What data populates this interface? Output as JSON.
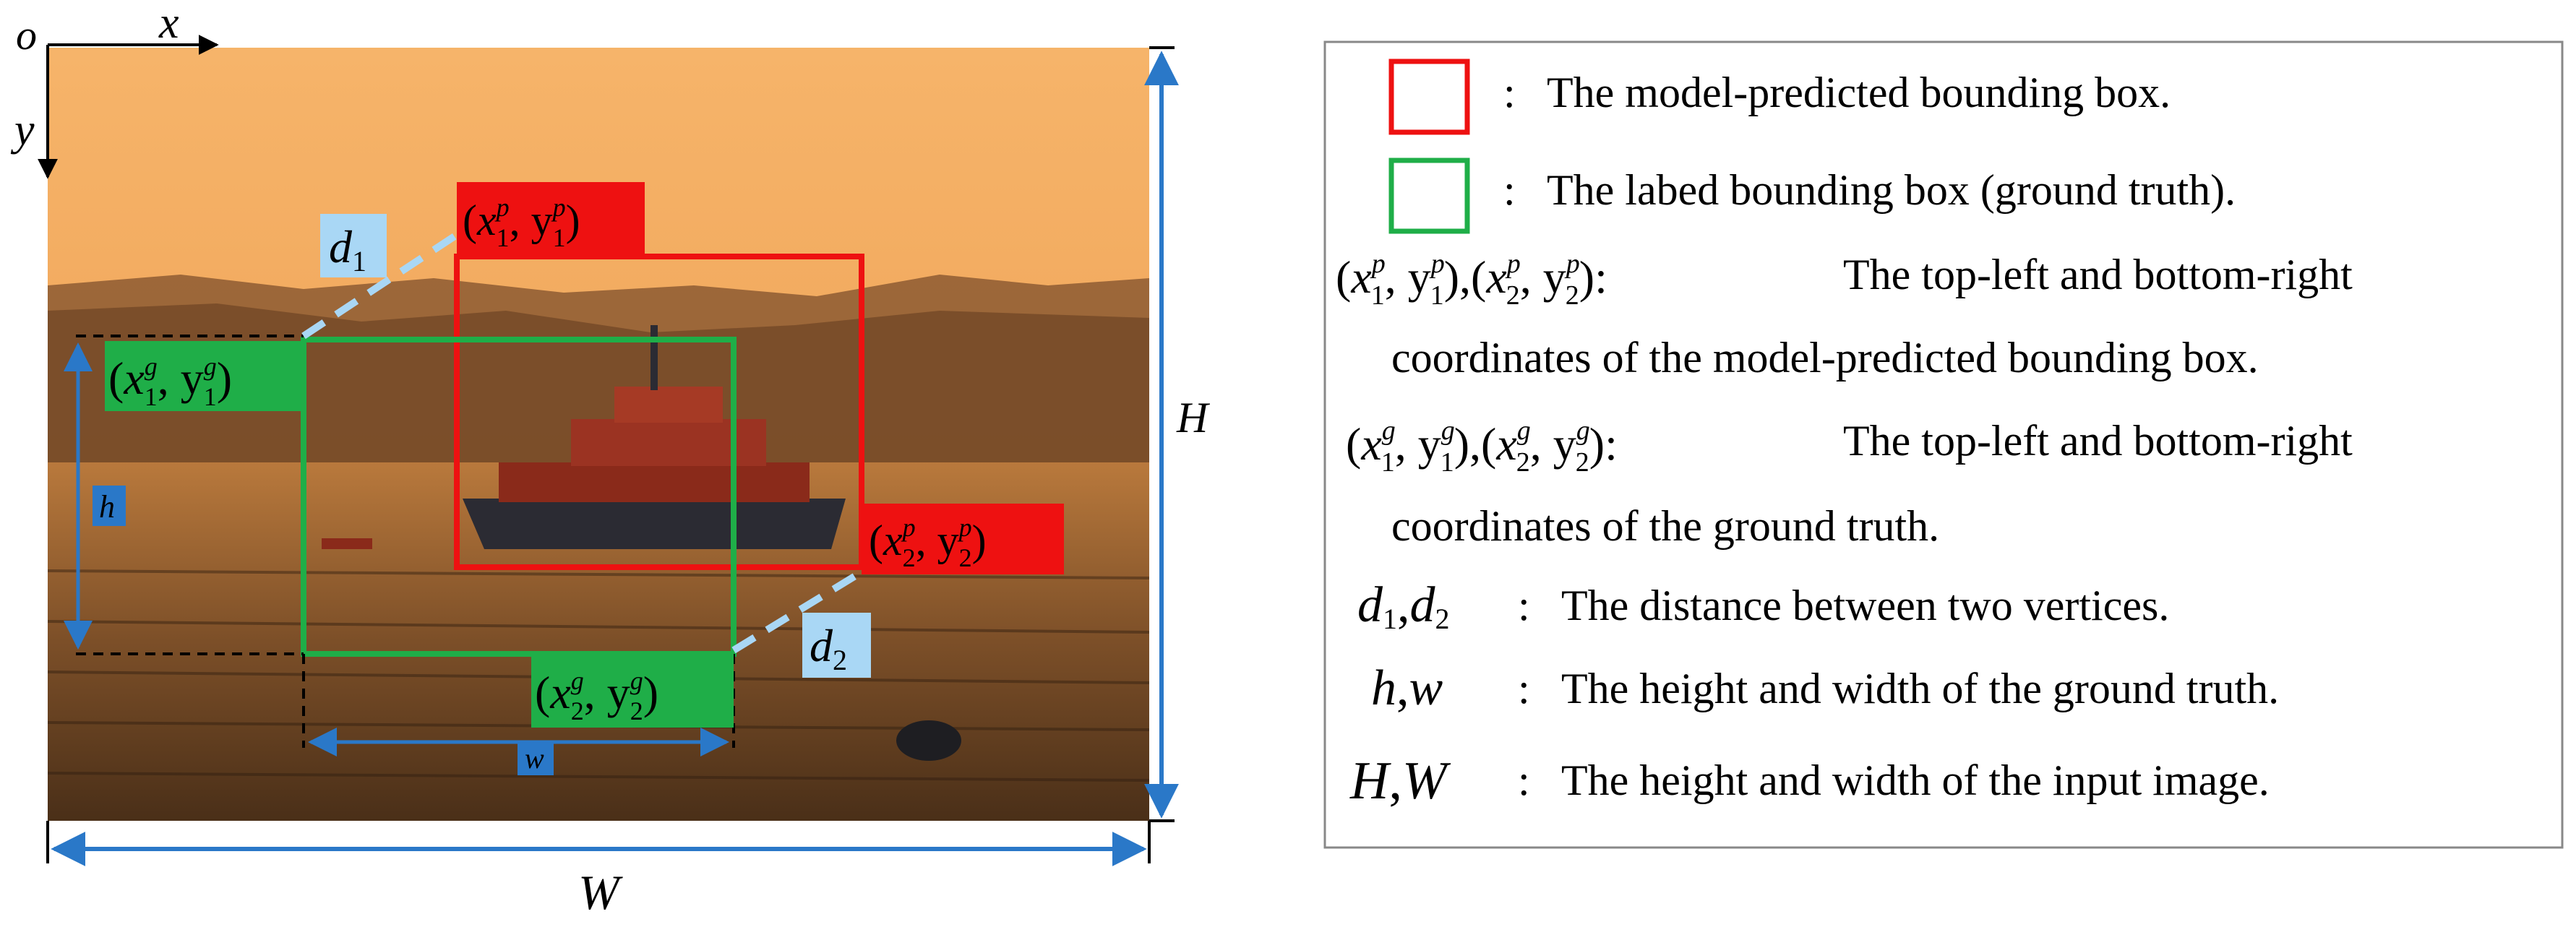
{
  "axes": {
    "origin": "o",
    "x": "x",
    "y": "y"
  },
  "labels": {
    "H": "H",
    "W": "W",
    "h": "h",
    "w": "w",
    "d1_base": "d",
    "d1_sub": "1",
    "d2_base": "d",
    "d2_sub": "2"
  },
  "colors": {
    "predicted": "#ee1111",
    "ground_truth": "#1fae48",
    "dimension": "#2a78c8",
    "distance": "#a9d7f5",
    "legend_border": "#888888"
  },
  "legend": {
    "rows": [
      {
        "kind": "swatch",
        "color": "#ee1111",
        "text": "The model-predicted bounding box."
      },
      {
        "kind": "swatch",
        "color": "#1fae48",
        "text": "The labed bounding box (ground truth)."
      },
      {
        "kind": "coords_p",
        "text": "The top-left and bottom-right",
        "text2": "coordinates of the model-predicted bounding box."
      },
      {
        "kind": "coords_g",
        "text": "The top-left and bottom-right",
        "text2": "coordinates of the ground truth."
      },
      {
        "kind": "d",
        "text": "The distance between two vertices."
      },
      {
        "kind": "hw",
        "text": "The height and width of the ground truth."
      },
      {
        "kind": "HW",
        "text": "The height and width of the input image."
      }
    ]
  }
}
